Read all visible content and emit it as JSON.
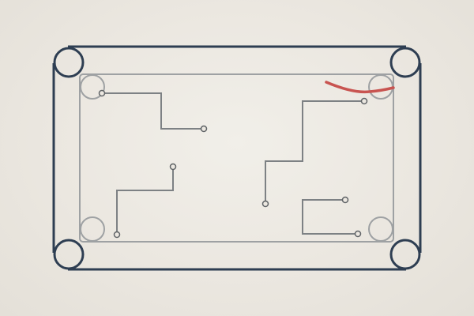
{
  "scene": {
    "description_visible_text": "",
    "colors": {
      "background": "#ece8e1",
      "outer_frame": "#2e3e52",
      "inner_frame": "#9ea1a3",
      "circuit_path": "#7d8184",
      "cue_stroke": "#c85450"
    },
    "frames": [
      {
        "id": "outer-table-frame",
        "role": "outer-boundary",
        "corner_pockets": 4
      },
      {
        "id": "inner-table-frame",
        "role": "inner-boundary",
        "corner_pockets": 4
      }
    ],
    "circuit_paths": [
      {
        "id": "path-top-left",
        "nodes": 2
      },
      {
        "id": "path-mid-left",
        "nodes": 2
      },
      {
        "id": "path-center-right",
        "nodes": 2
      },
      {
        "id": "path-bottom-right",
        "nodes": 2
      }
    ],
    "cue_stroke": {
      "id": "red-stroke",
      "present": true
    }
  }
}
